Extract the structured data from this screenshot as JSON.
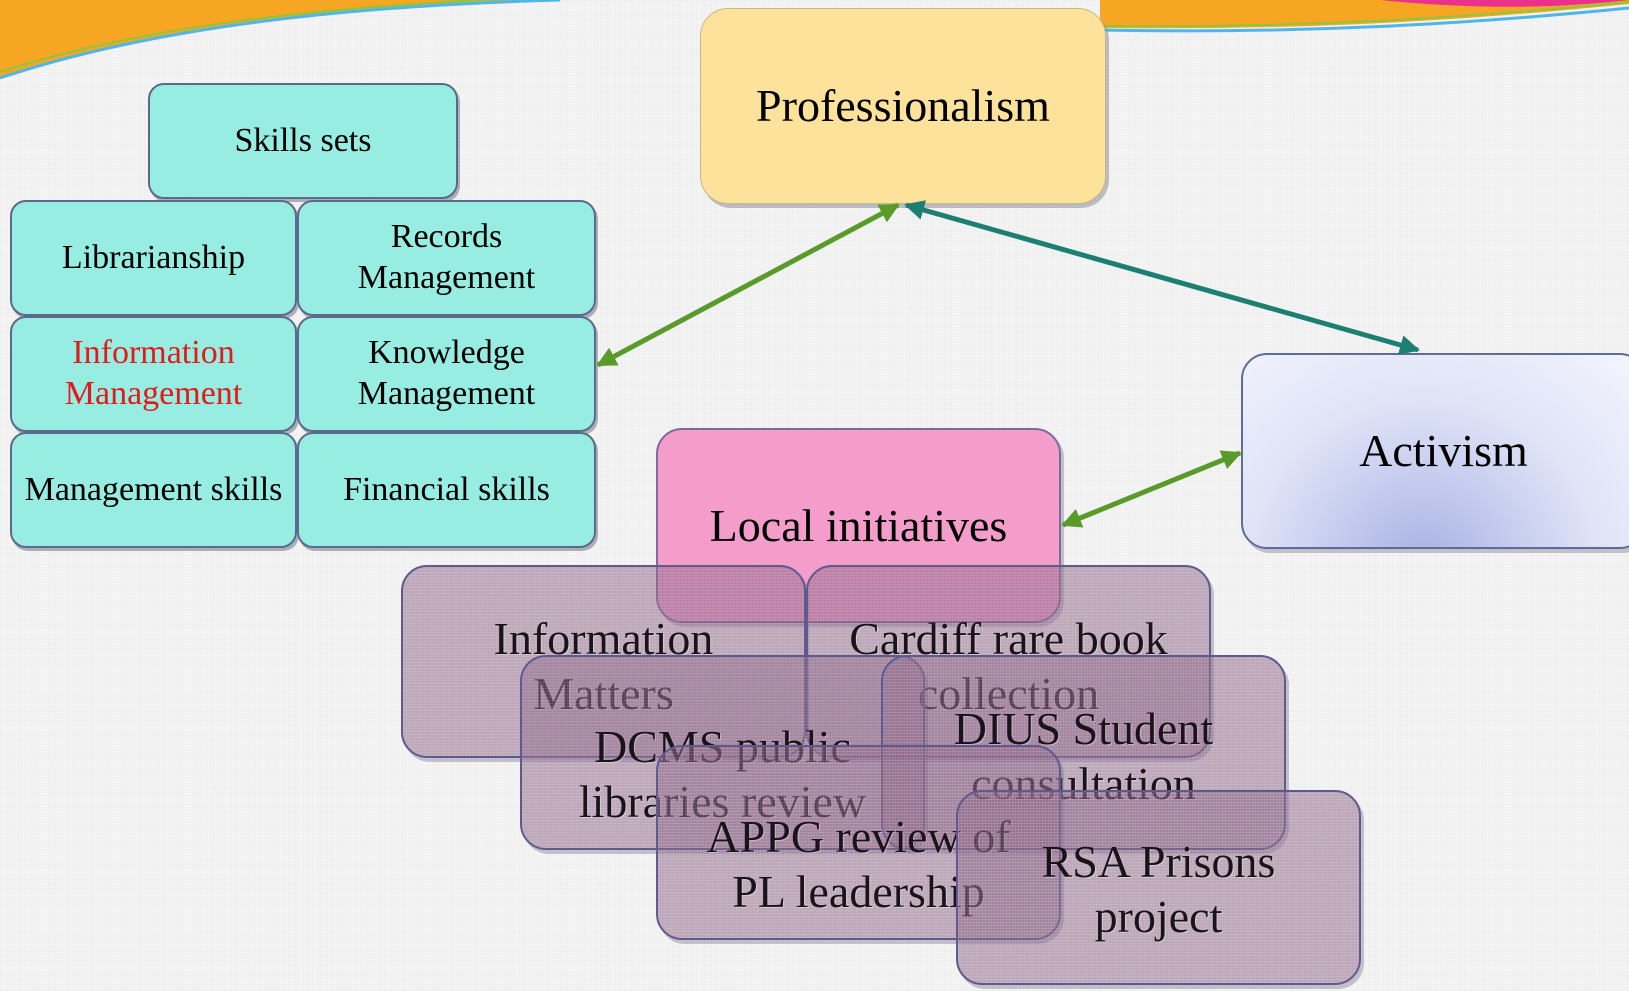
{
  "diagram": {
    "professionalism": "Professionalism",
    "activism": "Activism",
    "local_initiatives": "Local initiatives",
    "skills": {
      "title": "Skills sets",
      "librarianship": "Librarianship",
      "records_management": "Records Management",
      "information_management": "Information Management",
      "knowledge_management": "Knowledge Management",
      "management_skills": "Management skills",
      "financial_skills": "Financial skills"
    },
    "projects": {
      "information_matters": "Information Matters",
      "cardiff_rare_book": "Cardiff rare book collection",
      "dcms_review": "DCMS public libraries review",
      "dius_consultation": "DIUS Student consultation",
      "appg_review": "APPG review of PL leadership",
      "rsa_prisons": "RSA Prisons project"
    }
  },
  "colors": {
    "skills_fill": "#98ede2",
    "professionalism_fill": "#fde29b",
    "local_fill": "#f496c8",
    "activism_fill": "#dfe3f7",
    "project_fill": "#8c6487",
    "green_arrow": "#5a9a2a",
    "teal_arrow": "#1c7f72",
    "highlight_text": "#e31a1a"
  }
}
